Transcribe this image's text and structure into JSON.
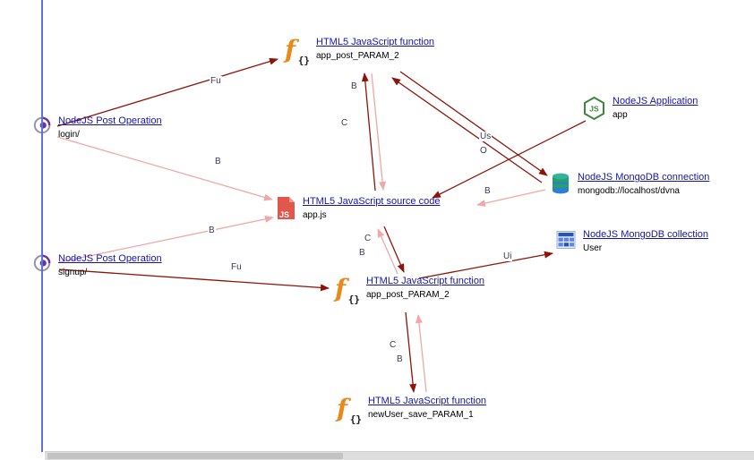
{
  "colors": {
    "link": "#1414b4",
    "edge_dark": "#8e1309",
    "edge_light": "#f0a8a6",
    "divider": "#5b74d8"
  },
  "icon_text": {
    "fn_f": "f",
    "fn_braces": "{}",
    "app_js": "JS",
    "source_js": "JS"
  },
  "nodes": {
    "fn_top": {
      "type": "HTML5 JavaScript function",
      "name": "app_post_PARAM_2"
    },
    "login": {
      "type": "NodeJS Post Operation",
      "name": "login/"
    },
    "app": {
      "type": "NodeJS Application",
      "name": "app"
    },
    "mongo_conn": {
      "type": "NodeJS MongoDB connection",
      "name": "mongodb://localhost/dvna"
    },
    "source": {
      "type": "HTML5 JavaScript source code",
      "name": "app.js"
    },
    "mongo_coll": {
      "type": "NodeJS MongoDB collection",
      "name": "User"
    },
    "signup": {
      "type": "NodeJS Post Operation",
      "name": "signup/"
    },
    "fn_mid": {
      "type": "HTML5 JavaScript function",
      "name": "app_post_PARAM_2"
    },
    "fn_bottom": {
      "type": "HTML5 JavaScript function",
      "name": "newUser_save_PARAM_1"
    }
  },
  "edges": [
    {
      "from": "login",
      "to": "fn_top",
      "label": "Fu",
      "style": "dark"
    },
    {
      "from": "login",
      "to": "source",
      "label": "B",
      "style": "light"
    },
    {
      "from": "source",
      "to": "fn_top",
      "label": "B",
      "style": "dark"
    },
    {
      "from": "fn_top",
      "to": "source",
      "label": "C",
      "style": "light"
    },
    {
      "from": "fn_top",
      "to": "mongo_conn",
      "label": "Us",
      "style": "dark"
    },
    {
      "from": "mongo_conn",
      "to": "fn_top",
      "label": "O",
      "style": "dark"
    },
    {
      "from": "app",
      "to": "source",
      "label": "",
      "style": "dark"
    },
    {
      "from": "mongo_conn",
      "to": "source",
      "label": "B",
      "style": "light"
    },
    {
      "from": "source",
      "to": "fn_mid",
      "label": "C",
      "style": "dark"
    },
    {
      "from": "fn_mid",
      "to": "source",
      "label": "B",
      "style": "light"
    },
    {
      "from": "signup",
      "to": "source",
      "label": "B",
      "style": "light"
    },
    {
      "from": "signup",
      "to": "fn_mid",
      "label": "Fu",
      "style": "dark"
    },
    {
      "from": "fn_mid",
      "to": "mongo_coll",
      "label": "Ui",
      "style": "dark"
    },
    {
      "from": "fn_mid",
      "to": "fn_bottom",
      "label": "C",
      "style": "dark"
    },
    {
      "from": "fn_bottom",
      "to": "fn_mid",
      "label": "B",
      "style": "light"
    }
  ]
}
